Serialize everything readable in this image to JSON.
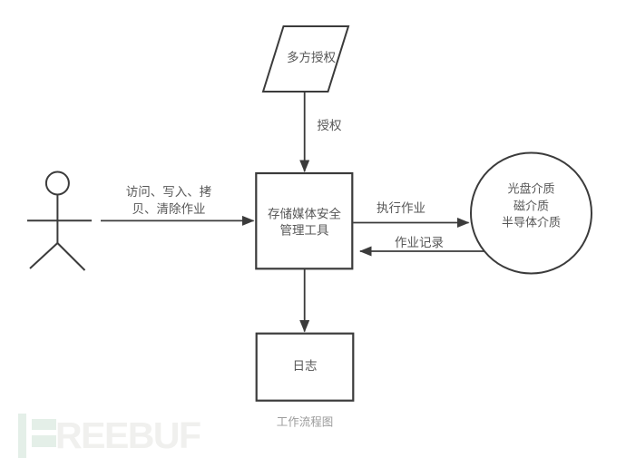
{
  "diagram": {
    "caption": "工作流程图",
    "nodes": {
      "authorization": {
        "shape": "parallelogram",
        "label": "多方授权"
      },
      "tool": {
        "shape": "rect",
        "label": "存储媒体安全\n管理工具"
      },
      "media": {
        "shape": "circle",
        "label": "光盘介质\n磁介质\n半导体介质"
      },
      "log": {
        "shape": "rect",
        "label": "日志"
      }
    },
    "edges": {
      "authorize": {
        "from": "authorization",
        "to": "tool",
        "label": "授权"
      },
      "operations": {
        "from": "actor",
        "to": "tool",
        "label": "访问、写入、拷\n贝、清除作业"
      },
      "execute": {
        "from": "tool",
        "to": "media",
        "label": "执行作业"
      },
      "record": {
        "from": "media",
        "to": "tool",
        "label": "作业记录"
      }
    },
    "colors": {
      "stroke": "#3b3b3b",
      "label_text": "#575757",
      "caption_text": "#9c9c9c",
      "background": "#ffffff"
    }
  },
  "watermark": {
    "text": "REEBUF",
    "brand": "FREEBUF",
    "green": "#e4efe8",
    "gray": "#f0f0ee"
  }
}
